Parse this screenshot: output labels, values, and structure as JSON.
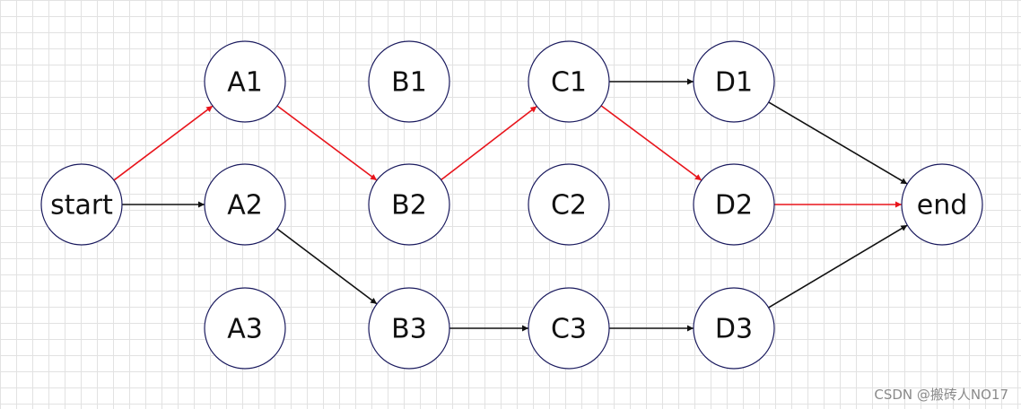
{
  "diagram": {
    "nodes": [
      {
        "id": "start",
        "label": "start"
      },
      {
        "id": "A1",
        "label": "A1"
      },
      {
        "id": "A2",
        "label": "A2"
      },
      {
        "id": "A3",
        "label": "A3"
      },
      {
        "id": "B1",
        "label": "B1"
      },
      {
        "id": "B2",
        "label": "B2"
      },
      {
        "id": "B3",
        "label": "B3"
      },
      {
        "id": "C1",
        "label": "C1"
      },
      {
        "id": "C2",
        "label": "C2"
      },
      {
        "id": "C3",
        "label": "C3"
      },
      {
        "id": "D1",
        "label": "D1"
      },
      {
        "id": "D2",
        "label": "D2"
      },
      {
        "id": "D3",
        "label": "D3"
      },
      {
        "id": "end",
        "label": "end"
      }
    ],
    "edges": [
      {
        "from": "start",
        "to": "A1",
        "color": "#e8141b"
      },
      {
        "from": "start",
        "to": "A2",
        "color": "#111111"
      },
      {
        "from": "A1",
        "to": "B2",
        "color": "#e8141b"
      },
      {
        "from": "A2",
        "to": "B3",
        "color": "#111111"
      },
      {
        "from": "B2",
        "to": "C1",
        "color": "#e8141b"
      },
      {
        "from": "B3",
        "to": "C3",
        "color": "#111111"
      },
      {
        "from": "C1",
        "to": "D1",
        "color": "#111111"
      },
      {
        "from": "C1",
        "to": "D2",
        "color": "#e8141b"
      },
      {
        "from": "C3",
        "to": "D3",
        "color": "#111111"
      },
      {
        "from": "D1",
        "to": "end",
        "color": "#111111"
      },
      {
        "from": "D2",
        "to": "end",
        "color": "#e8141b"
      },
      {
        "from": "D3",
        "to": "end",
        "color": "#111111"
      }
    ]
  },
  "watermark": "CSDN @搬砖人NO17"
}
